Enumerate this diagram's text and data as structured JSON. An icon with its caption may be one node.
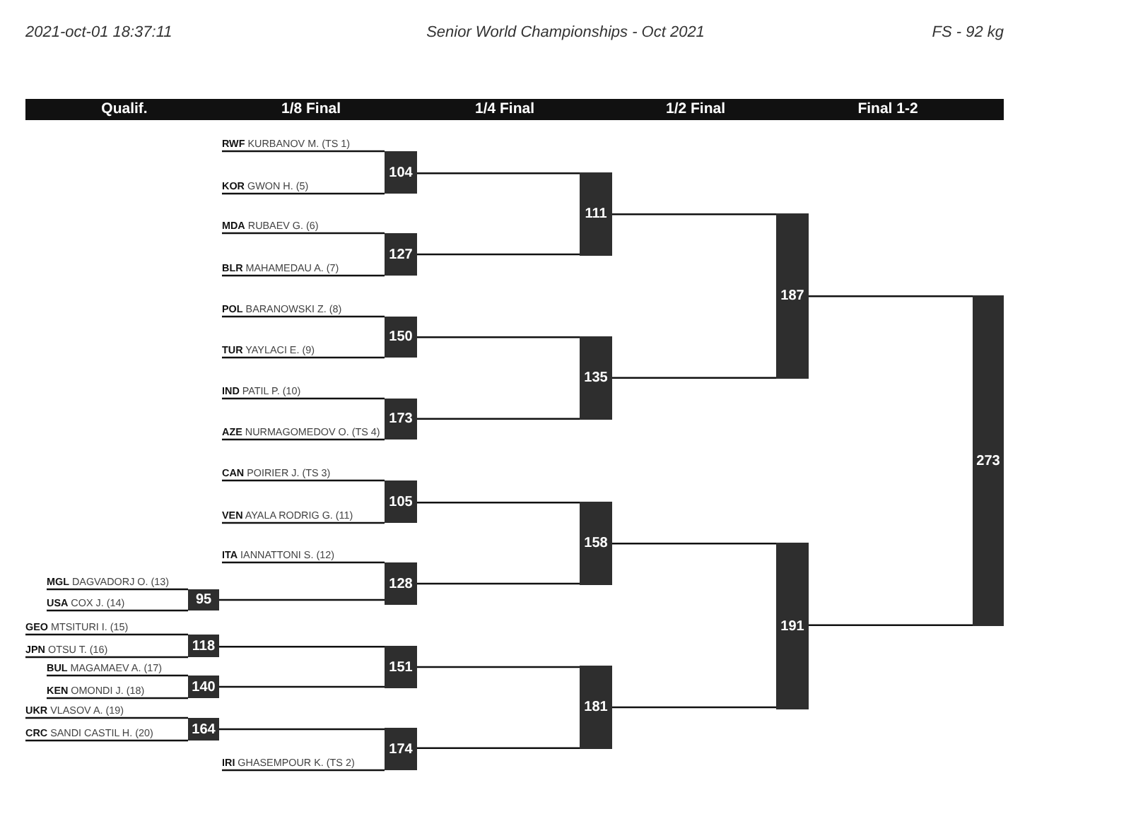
{
  "diagram": {
    "title": "Senior World Championships - Oct 2021",
    "nodes": [
      {
        "text": [
          "**RWF** KURBANOV M. (TS 1)"
        ]
      },
      {
        "text": [
          "**KOR** GWON H. (5)"
        ]
      },
      {
        "text": [
          "**MDA** RUBAEV G. (6)"
        ]
      },
      {
        "text": [
          "**BLR** MAHAMEDAU A. (7)"
        ]
      },
      {
        "text": [
          "**POL** BARANOWSKI Z. (8)"
        ]
      },
      {
        "text": [
          "**TUR** YAYLACI E. (9)"
        ]
      },
      {
        "text": [
          "**IND** PATIL P. (10)"
        ]
      },
      {
        "text": [
          "**AZE** NURMAGOMEDOV O. (TS 4)"
        ]
      },
      {
        "text": [
          "**CAN** POIRIER J. (TS 3)"
        ]
      },
      {
        "text": [
          "**VEN** AYALA RODRIG G. (11)"
        ]
      },
      {
        "text": [
          "**ITA** IANNATTONI S. (12)"
        ]
      },
      {
        "text": [
          "**MGL** DAGVADORJ O. (13)"
        ]
      },
      {
        "text": [
          "**USA** COX J. (14)"
        ]
      },
      {
        "text": [
          "**GEO** MTSITURI I. (15)"
        ]
      },
      {
        "text": [
          "**JPN** OTSU T. (16)"
        ]
      },
      {
        "text": [
          "**BUL** MAGAMAEV A. (17)"
        ]
      },
      {
        "text": [
          "**KEN** OMONDI J. (18)"
        ]
      },
      {
        "text": [
          "**UKR** VLASOV A. (19)"
        ]
      },
      {
        "text": [
          "**CRC** SANDI CASTIL H. (20)"
        ]
      },
      {
        "text": [
          "**IRI** GHASEMPOUR K. (TS 2)"
        ]
      },
      {
        "text": [
          "104"
        ]
      },
      {
        "text": [
          "127"
        ]
      },
      {
        "text": [
          "150"
        ]
      },
      {
        "text": [
          "173"
        ]
      },
      {
        "text": [
          "105"
        ]
      },
      {
        "text": [
          "128"
        ]
      },
      {
        "text": [
          "95"
        ]
      },
      {
        "text": [
          "118"
        ]
      },
      {
        "text": [
          "151"
        ]
      },
      {
        "text": [
          "140"
        ]
      },
      {
        "text": [
          "164"
        ]
      },
      {
        "text": [
          "174"
        ]
      },
      {
        "text": [
          "111"
        ]
      },
      {
        "text": [
          "135"
        ]
      },
      {
        "text": [
          "158"
        ]
      },
      {
        "text": [
          "181"
        ]
      },
      {
        "text": [
          "187"
        ]
      },
      {
        "text": [
          "191"
        ]
      },
      {
        "text": [
          "273"
        ]
      }
    ],
    "edges": [
      {
        "from": 0,
        "to": 20,
        "arrow": "none"
      },
      {
        "from": 1,
        "to": 20,
        "arrow": "none"
      },
      {
        "from": 2,
        "to": 21,
        "arrow": "none"
      },
      {
        "from": 3,
        "to": 21,
        "arrow": "none"
      },
      {
        "from": 4,
        "to": 22,
        "arrow": "none"
      },
      {
        "from": 5,
        "to": 22,
        "arrow": "none"
      },
      {
        "from": 6,
        "to": 23,
        "arrow": "none"
      },
      {
        "from": 7,
        "to": 23,
        "arrow": "none"
      },
      {
        "from": 8,
        "to": 24,
        "arrow": "none"
      },
      {
        "from": 9,
        "to": 24,
        "arrow": "none"
      },
      {
        "from": 10,
        "to": 25,
        "arrow": "none"
      },
      {
        "from": 11,
        "to": 26,
        "arrow": "none"
      },
      {
        "from": 12,
        "to": 26,
        "arrow": "none"
      },
      {
        "from": 26,
        "to": 25,
        "arrow": "none"
      },
      {
        "from": 13,
        "to": 27,
        "arrow": "none"
      },
      {
        "from": 14,
        "to": 27,
        "arrow": "none"
      },
      {
        "from": 27,
        "to": 28,
        "arrow": "none"
      },
      {
        "from": 15,
        "to": 29,
        "arrow": "none"
      },
      {
        "from": 16,
        "to": 29,
        "arrow": "none"
      },
      {
        "from": 29,
        "to": 28,
        "arrow": "none"
      },
      {
        "from": 17,
        "to": 30,
        "arrow": "none"
      },
      {
        "from": 18,
        "to": 30,
        "arrow": "none"
      },
      {
        "from": 30,
        "to": 31,
        "arrow": "none"
      },
      {
        "from": 19,
        "to": 31,
        "arrow": "none"
      },
      {
        "from": 20,
        "to": 32,
        "arrow": "none"
      },
      {
        "from": 21,
        "to": 32,
        "arrow": "none"
      },
      {
        "from": 22,
        "to": 33,
        "arrow": "none"
      },
      {
        "from": 23,
        "to": 33,
        "arrow": "none"
      },
      {
        "from": 24,
        "to": 34,
        "arrow": "none"
      },
      {
        "from": 25,
        "to": 34,
        "arrow": "none"
      },
      {
        "from": 28,
        "to": 35,
        "arrow": "none"
      },
      {
        "from": 31,
        "to": 35,
        "arrow": "none"
      },
      {
        "from": 32,
        "to": 36,
        "arrow": "none"
      },
      {
        "from": 33,
        "to": 36,
        "arrow": "none"
      },
      {
        "from": 34,
        "to": 37,
        "arrow": "none"
      },
      {
        "from": 35,
        "to": 37,
        "arrow": "none"
      },
      {
        "from": 36,
        "to": 38,
        "arrow": "none"
      },
      {
        "from": 37,
        "to": 38,
        "arrow": "none"
      }
    ],
    "labels": [
      "2021-oct-01 18:37:11",
      "FS - 92 kg",
      "Qualif.",
      "1/8 Final",
      "1/4 Final",
      "1/2 Final",
      "Final 1-2"
    ]
  }
}
